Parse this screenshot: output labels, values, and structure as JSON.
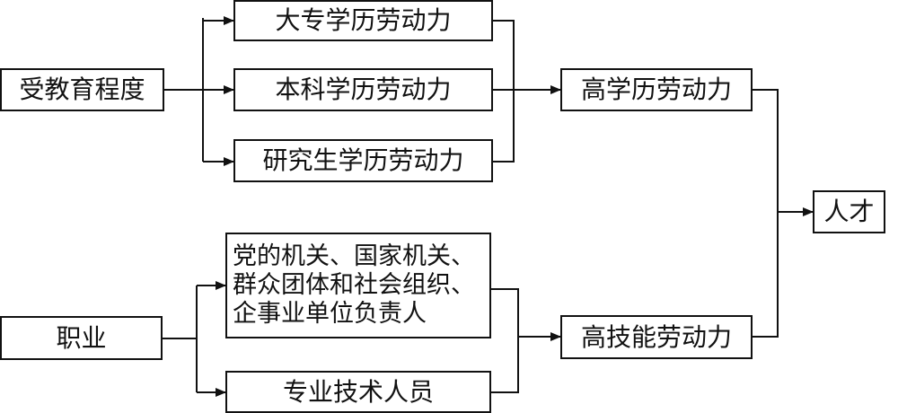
{
  "nodes": {
    "education": "受教育程度",
    "junior_college": "大专学历劳动力",
    "bachelor": "本科学历劳动力",
    "postgraduate": "研究生学历劳动力",
    "high_education": "高学历劳动力",
    "talent": "人才",
    "occupation": "职业",
    "leaders": [
      "党的机关、国家机关、",
      "群众团体和社会组织、",
      "企事业单位负责人"
    ],
    "professionals": "专业技术人员",
    "high_skill": "高技能劳动力"
  },
  "colors": {
    "line": "#111111",
    "border": "#111111",
    "background": "#ffffff"
  }
}
